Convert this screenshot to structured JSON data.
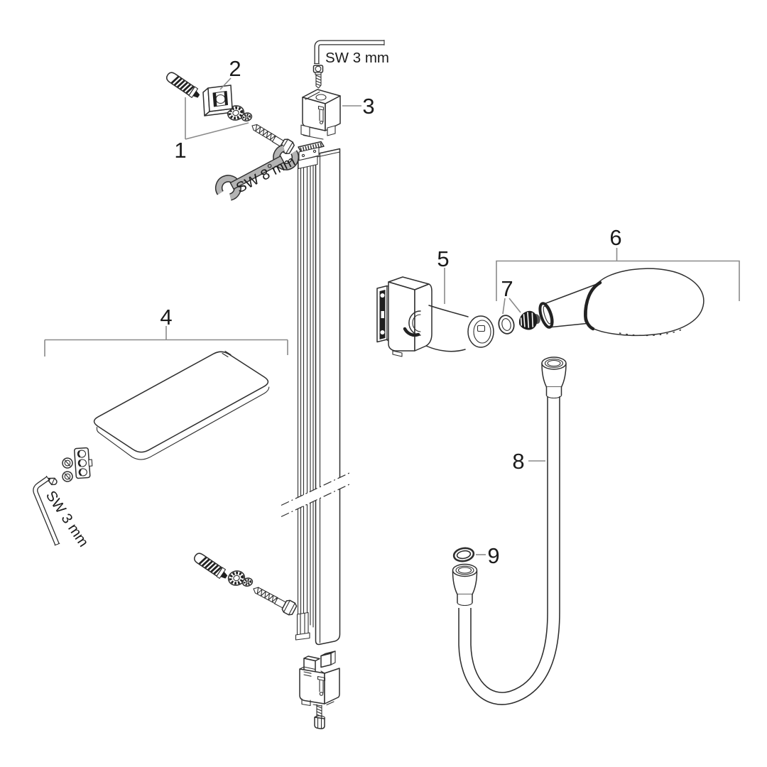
{
  "colors": {
    "background": "#ffffff",
    "line": "#2e2e2e",
    "dark_fill": "#1f1f1f",
    "tool_gray": "#b3b3b3",
    "callout_line": "#8a8a8a",
    "text": "#1b1b1b"
  },
  "callouts": [
    {
      "label": "1"
    },
    {
      "label": "2"
    },
    {
      "label": "3"
    },
    {
      "label": "4"
    },
    {
      "label": "5"
    },
    {
      "label": "6"
    },
    {
      "label": "7"
    },
    {
      "label": "8"
    },
    {
      "label": "9"
    }
  ],
  "tool_labels": {
    "allen_key_top": "SW 3 mm",
    "open_end_wrench": "SW 8 mm",
    "allen_key_bottom": "SW 3 mm"
  }
}
